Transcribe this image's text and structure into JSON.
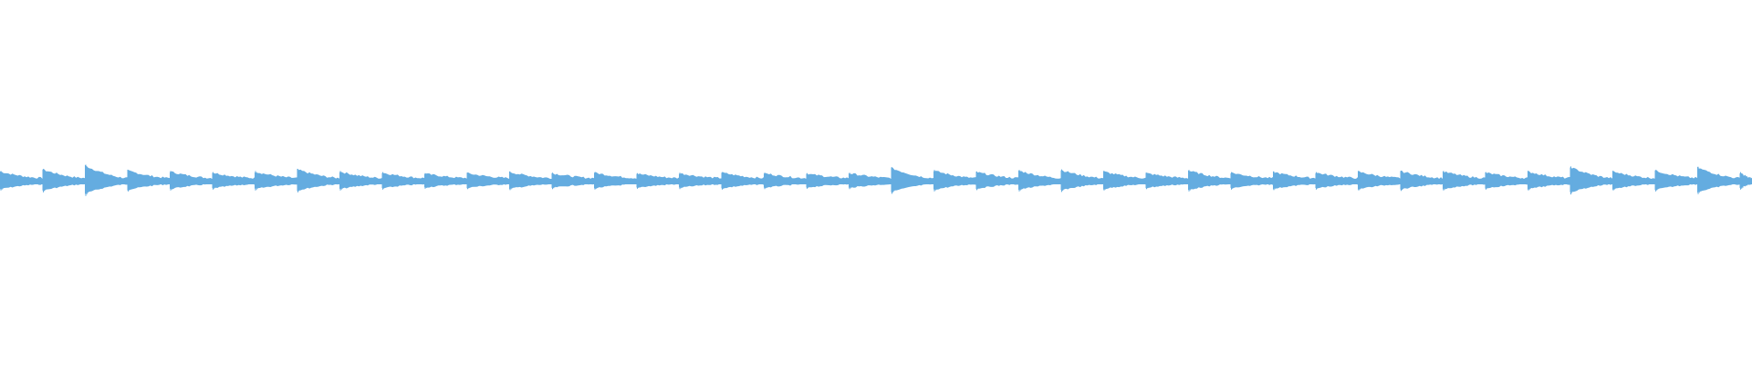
{
  "waveform": {
    "color": "#64ace0",
    "background": "#ffffff",
    "beat_count": 42,
    "beat_accents": [
      0.5,
      0.6,
      0.8,
      0.55,
      0.5,
      0.45,
      0.5,
      0.6,
      0.5,
      0.45,
      0.4,
      0.42,
      0.48,
      0.42,
      0.45,
      0.4,
      0.42,
      0.45,
      0.42,
      0.4,
      0.42,
      0.68,
      0.55,
      0.48,
      0.55,
      0.58,
      0.5,
      0.42,
      0.55,
      0.45,
      0.48,
      0.45,
      0.5,
      0.52,
      0.5,
      0.45,
      0.5,
      0.72,
      0.5,
      0.55,
      0.7,
      0.45
    ]
  }
}
